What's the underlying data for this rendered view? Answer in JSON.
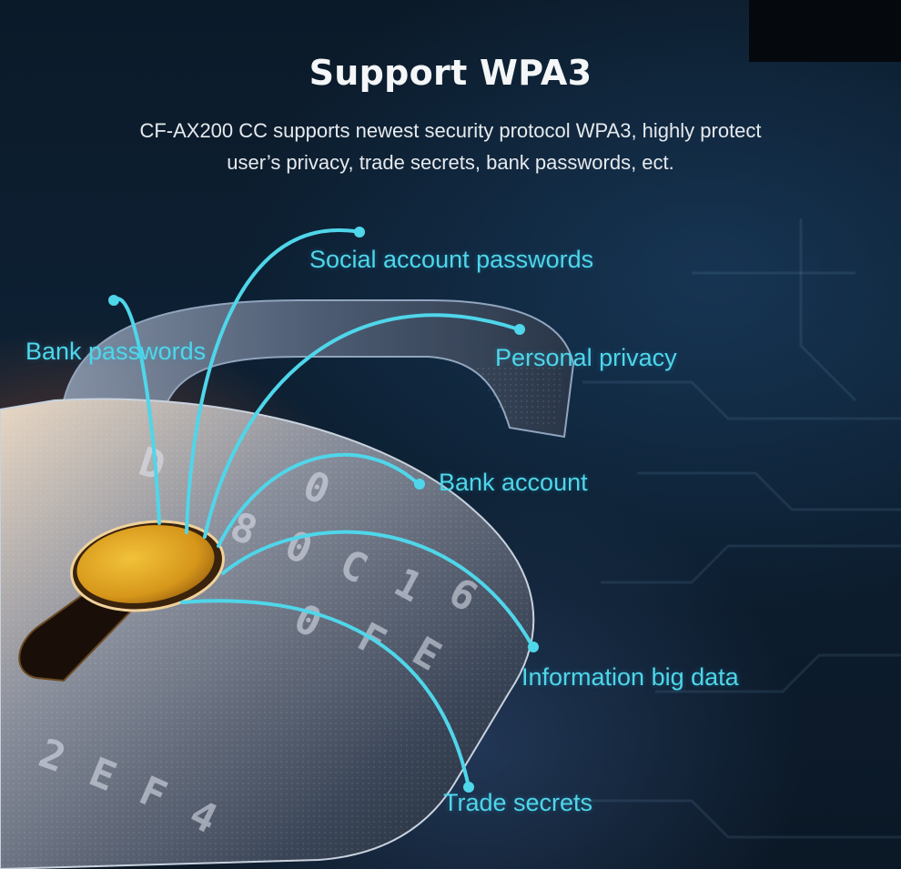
{
  "header": {
    "title": "Support WPA3",
    "subtitle_line1": "CF-AX200 CC supports newest security protocol WPA3, highly protect",
    "subtitle_line2": "user’s privacy, trade secrets, bank passwords, ect."
  },
  "labels": {
    "social": "Social account passwords",
    "bank_passwords": "Bank passwords",
    "personal_privacy": "Personal privacy",
    "bank_account": "Bank account",
    "big_data": "Information big data",
    "trade_secrets": "Trade secrets"
  },
  "lock_glyphs": [
    "D",
    "0",
    "8",
    "0",
    "C",
    "1",
    "6",
    "0",
    "F",
    "E",
    "2",
    "E",
    "F",
    "4"
  ],
  "colors": {
    "accent_cyan": "#4fd6ea",
    "keyhole_gold": "#e3a21a"
  },
  "icons": {
    "padlock": "padlock-icon"
  }
}
